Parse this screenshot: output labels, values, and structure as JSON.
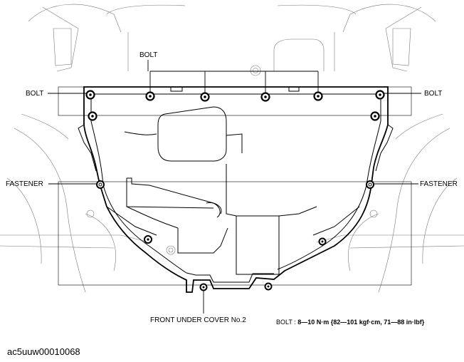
{
  "labels": {
    "bolt_top": "BOLT",
    "bolt_left": "BOLT",
    "bolt_right": "BOLT",
    "fastener_left": "FASTENER",
    "fastener_right": "FASTENER",
    "part_name": "FRONT UNDER COVER No.2"
  },
  "torque": {
    "prefix": "BOLT : ",
    "value": "8—10 N·m {82—101 kgf·cm, 71—88 in·lbf}"
  },
  "figure_id": "ac5uuw00010068"
}
